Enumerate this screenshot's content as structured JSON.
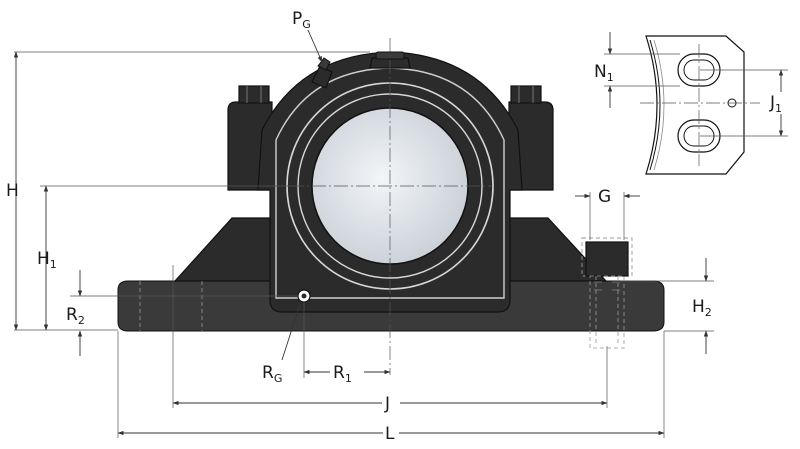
{
  "labels": {
    "H": "H",
    "H1": {
      "base": "H",
      "sub": "1"
    },
    "R2": {
      "base": "R",
      "sub": "2"
    },
    "PG": {
      "base": "P",
      "sub": "G"
    },
    "RG": {
      "base": "R",
      "sub": "G"
    },
    "R1": {
      "base": "R",
      "sub": "1"
    },
    "J": "J",
    "L": "L",
    "G": "G",
    "H2": {
      "base": "H",
      "sub": "2"
    },
    "N1": {
      "base": "N",
      "sub": "1"
    },
    "J1": {
      "base": "J",
      "sub": "1"
    }
  },
  "colors": {
    "housing": "#2b2b2b",
    "bearing_bore": "#dde2e6",
    "line": "#333333"
  }
}
